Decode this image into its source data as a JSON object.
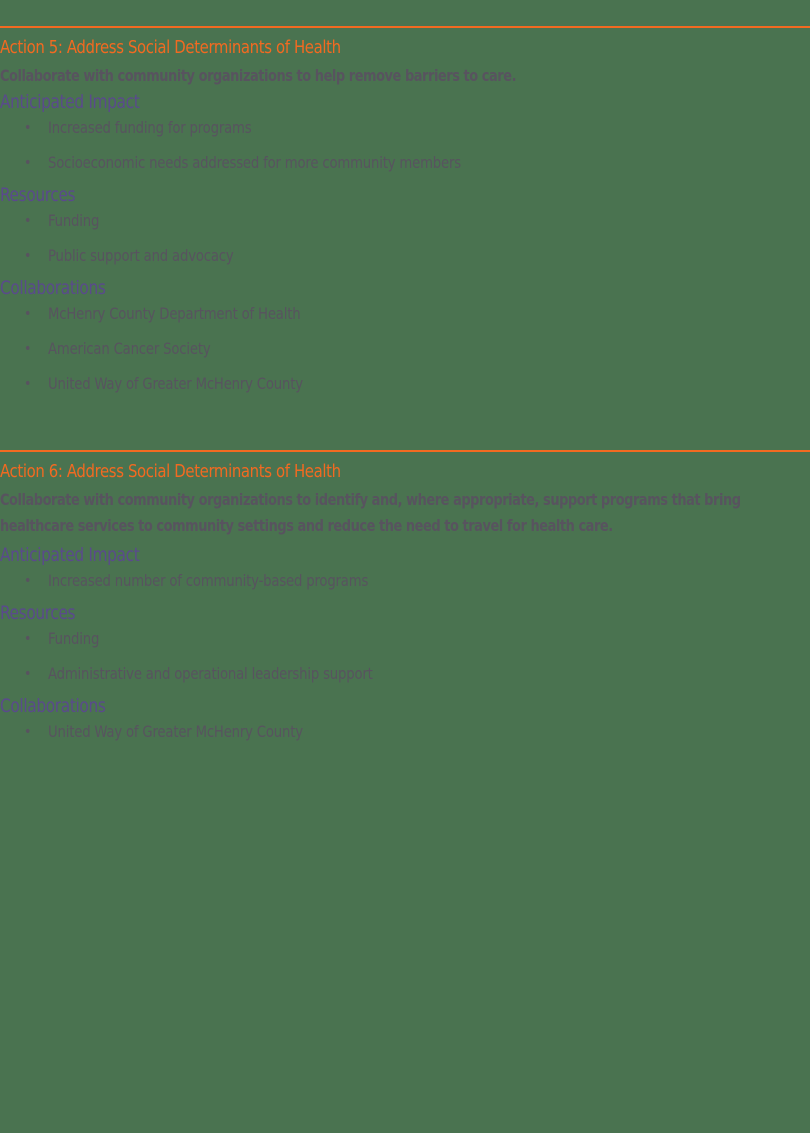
{
  "colors": {
    "background": "#4a7350",
    "accent_orange": "#f26a21",
    "heading_purple": "#5a4a8c",
    "body_grey": "#58535f"
  },
  "actions": [
    {
      "title": "Action 5: Address Social Determinants of Health",
      "description": "Collaborate with community organizations to help remove barriers to care.",
      "impact_heading": "Anticipated Impact",
      "impact": [
        "Increased funding for programs",
        "Socioeconomic needs addressed for more community members"
      ],
      "resources_heading": "Resources",
      "resources": [
        "Funding",
        "Public support and advocacy"
      ],
      "collaborations_heading": "Collaborations",
      "collaborations": [
        "McHenry County Department of Health",
        "American Cancer Society",
        "United Way of Greater McHenry County"
      ]
    },
    {
      "title": "Action 6: Address Social Determinants of Health",
      "description": "Collaborate with community organizations to identify and, where appropriate, support programs that bring healthcare services to community settings and reduce the need to travel for health care.",
      "impact_heading": "Anticipated Impact",
      "impact": [
        "Increased number of community-based programs"
      ],
      "resources_heading": "Resources",
      "resources": [
        "Funding",
        "Administrative and operational leadership support"
      ],
      "collaborations_heading": "Collaborations",
      "collaborations": [
        "United Way of Greater McHenry County"
      ]
    }
  ],
  "bullet_glyph": "•"
}
